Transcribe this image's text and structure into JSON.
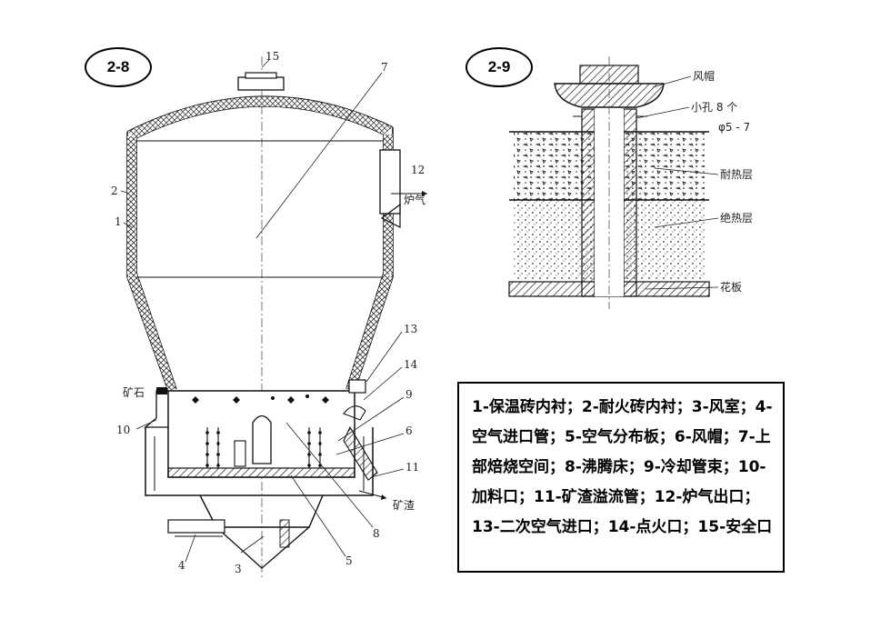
{
  "badges": {
    "left": "2-8",
    "right": "2-9"
  },
  "fig28": {
    "numbers": [
      "1",
      "2",
      "3",
      "4",
      "5",
      "6",
      "7",
      "8",
      "9",
      "10",
      "11",
      "12",
      "13",
      "14",
      "15"
    ],
    "ore": "矿石",
    "gas_out": "炉气",
    "slag": "矿渣"
  },
  "fig29": {
    "cap": "风帽",
    "holes": "小孔 8 个",
    "diameter": "φ5 - 7",
    "heat_resist": "耐热层",
    "insulation": "绝热层",
    "plate": "花板"
  },
  "legend": {
    "text": "1-保温砖内衬；2-耐火砖内衬；3-风室；4-空气进口管；5-空气分布板；6-风帽；7-上部焙烧空间；8-沸腾床；9-冷却管束；10-加料口；11-矿渣溢流管；12-炉气出口；13-二次空气进口；14-点火口；15-安全口"
  }
}
